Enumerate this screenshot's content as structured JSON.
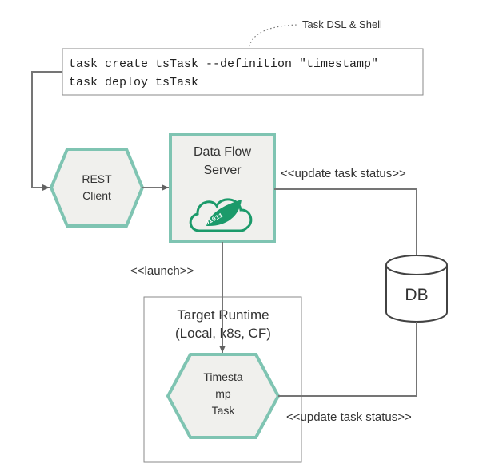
{
  "diagram": {
    "annotation": "Task  DSL & Shell",
    "commands": [
      "task create tsTask --definition \"timestamp\"",
      "task deploy tsTask"
    ],
    "rest_client": {
      "line1": "REST",
      "line2": "Client"
    },
    "data_flow_server": {
      "line1": "Data Flow",
      "line2": "Server",
      "logo_text": "01011"
    },
    "update_status_top": "<<update task status>>",
    "launch_label": "<<launch>>",
    "db_label": "DB",
    "target_runtime": {
      "line1": "Target Runtime",
      "line2": "(Local, k8s, CF)"
    },
    "timestamp_task": {
      "line1": "Timesta",
      "line2": "mp",
      "line3": "Task"
    },
    "update_status_bottom": "<<update task status>>"
  },
  "colors": {
    "teal_border": "#7fc4b2",
    "node_fill": "#f0f0ed",
    "line": "#757575",
    "logo_green": "#1b9a6a",
    "text_dark": "#333333"
  }
}
